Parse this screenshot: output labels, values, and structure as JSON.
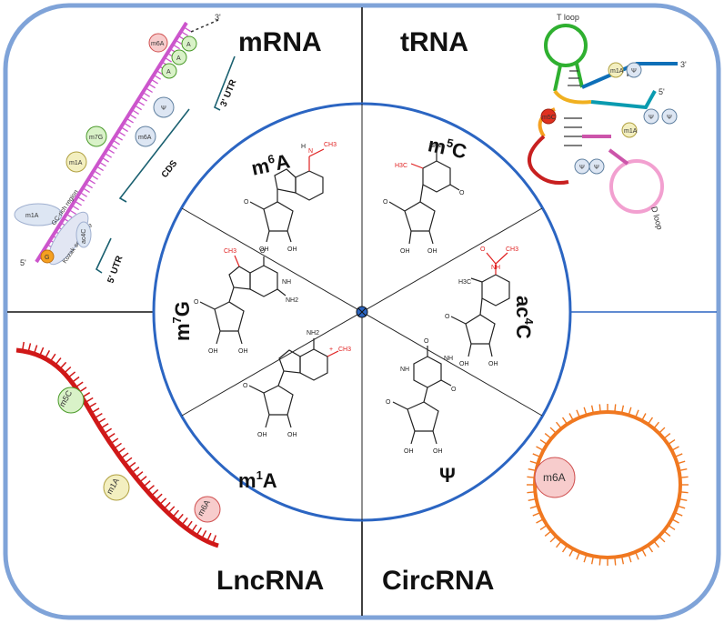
{
  "quadrants": {
    "mrna": "mRNA",
    "trna": "tRNA",
    "lncrna": "LncRNA",
    "circrna": "CircRNA"
  },
  "modifications": {
    "m6a": {
      "base": "m",
      "sup": "6",
      "tail": "A"
    },
    "m5c": {
      "base": "m",
      "sup": "5",
      "tail": "C"
    },
    "ac4c": {
      "base": "ac",
      "sup": "4",
      "tail": "C"
    },
    "psi": {
      "label": "Ψ"
    },
    "m1a": {
      "base": "m",
      "sup": "1",
      "tail": "A"
    },
    "m7g": {
      "base": "m",
      "sup": "7",
      "tail": "G"
    }
  },
  "mrna_labels": {
    "three_prime": "3'",
    "five_prime": "5'",
    "three_utr": "3' UTR",
    "five_utr": "5' UTR",
    "cds": "CDS",
    "poly_a": [
      "A",
      "A",
      "A"
    ],
    "bubbles": [
      "m6A",
      "m1A",
      "m7G",
      "m6A",
      "Ψ",
      "m1A",
      "ac4C"
    ],
    "gc_rich": "GC-rich region",
    "kozak": "Kozak sequence",
    "g_cap": "G"
  },
  "trna_labels": {
    "t_loop": "T loop",
    "d_loop": "D loop",
    "three_prime": "3'",
    "five_prime": "5'",
    "bubbles": [
      "m1A",
      "Ψ",
      "m5C",
      "Ψ",
      "Ψ",
      "m1A",
      "Ψ",
      "Ψ"
    ]
  },
  "lnc_labels": {
    "bubbles": [
      "m5C",
      "m1A",
      "m6A"
    ]
  },
  "circ_labels": {
    "bubble": "m6A"
  },
  "atoms": {
    "ch3": "CH3",
    "n": "N",
    "nh": "NH",
    "nh2": "NH2",
    "o": "O",
    "oh": "OH",
    "h": "H",
    "h3c": "H3C",
    "plus": "+"
  },
  "colors": {
    "frame": "#7fa3d8",
    "circle": "#2b65c2",
    "lnc": "#d01818",
    "circ": "#f07820",
    "mrna_backbone": "#cc55cc",
    "accent_red": "#e02020"
  }
}
